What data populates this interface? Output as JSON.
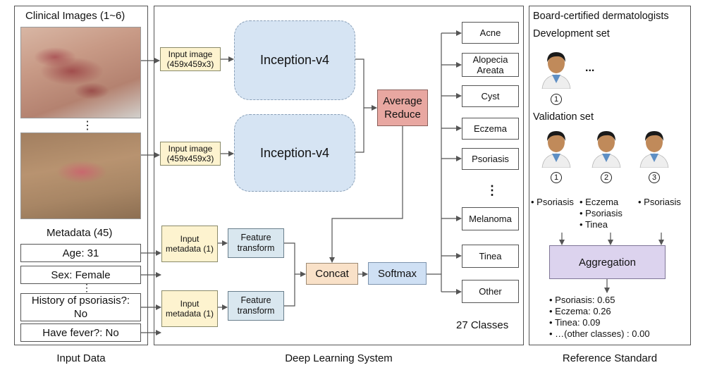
{
  "input_data": {
    "caption": "Input Data",
    "clinical_images_title": "Clinical Images (1~6)",
    "ellipsis": "⋮",
    "metadata_title": "Metadata (45)",
    "fields": [
      "Age: 31",
      "Sex: Female",
      "History of psoriasis?: No",
      "Have fever?: No"
    ]
  },
  "system": {
    "caption": "Deep Learning System",
    "input_image_label": "Input image (459x459x3)",
    "model_label": "Inception-v4",
    "input_metadata_label": "Input metadata (1)",
    "feature_transform_label": "Feature transform",
    "average_reduce_label": "Average Reduce",
    "concat_label": "Concat",
    "softmax_label": "Softmax",
    "classes": [
      "Acne",
      "Alopecia Areata",
      "Cyst",
      "Eczema",
      "Psoriasis",
      "Melanoma",
      "Tinea",
      "Other"
    ],
    "class_ellipsis": "⋮",
    "classes_count_label": "27 Classes"
  },
  "reference": {
    "caption": "Reference Standard",
    "title": "Board-certified dermatologists",
    "development_label": "Development set",
    "validation_label": "Validation set",
    "dev_ellipsis": "...",
    "numbers": [
      "1",
      "2",
      "3"
    ],
    "ratings": [
      [
        "Psoriasis"
      ],
      [
        "Eczema",
        "Psoriasis",
        "Tinea"
      ],
      [
        "Psoriasis"
      ]
    ],
    "aggregation_label": "Aggregation",
    "results": [
      "Psoriasis: 0.65",
      "Eczema: 0.26",
      "Tinea: 0.09",
      "…(other classes) : 0.00"
    ]
  },
  "colors": {
    "model_fill": "#d6e4f3",
    "input_fill": "#fdf3cf",
    "feature_fill": "#d9e7ef",
    "average_fill": "#e8a7a1",
    "concat_fill": "#f9e1c8",
    "softmax_fill": "#cfe0f4",
    "aggregation_fill": "#dcd3ee"
  },
  "icons": [
    "dermatologist-avatar-icon",
    "circled-number-icon",
    "arrow-icon"
  ]
}
